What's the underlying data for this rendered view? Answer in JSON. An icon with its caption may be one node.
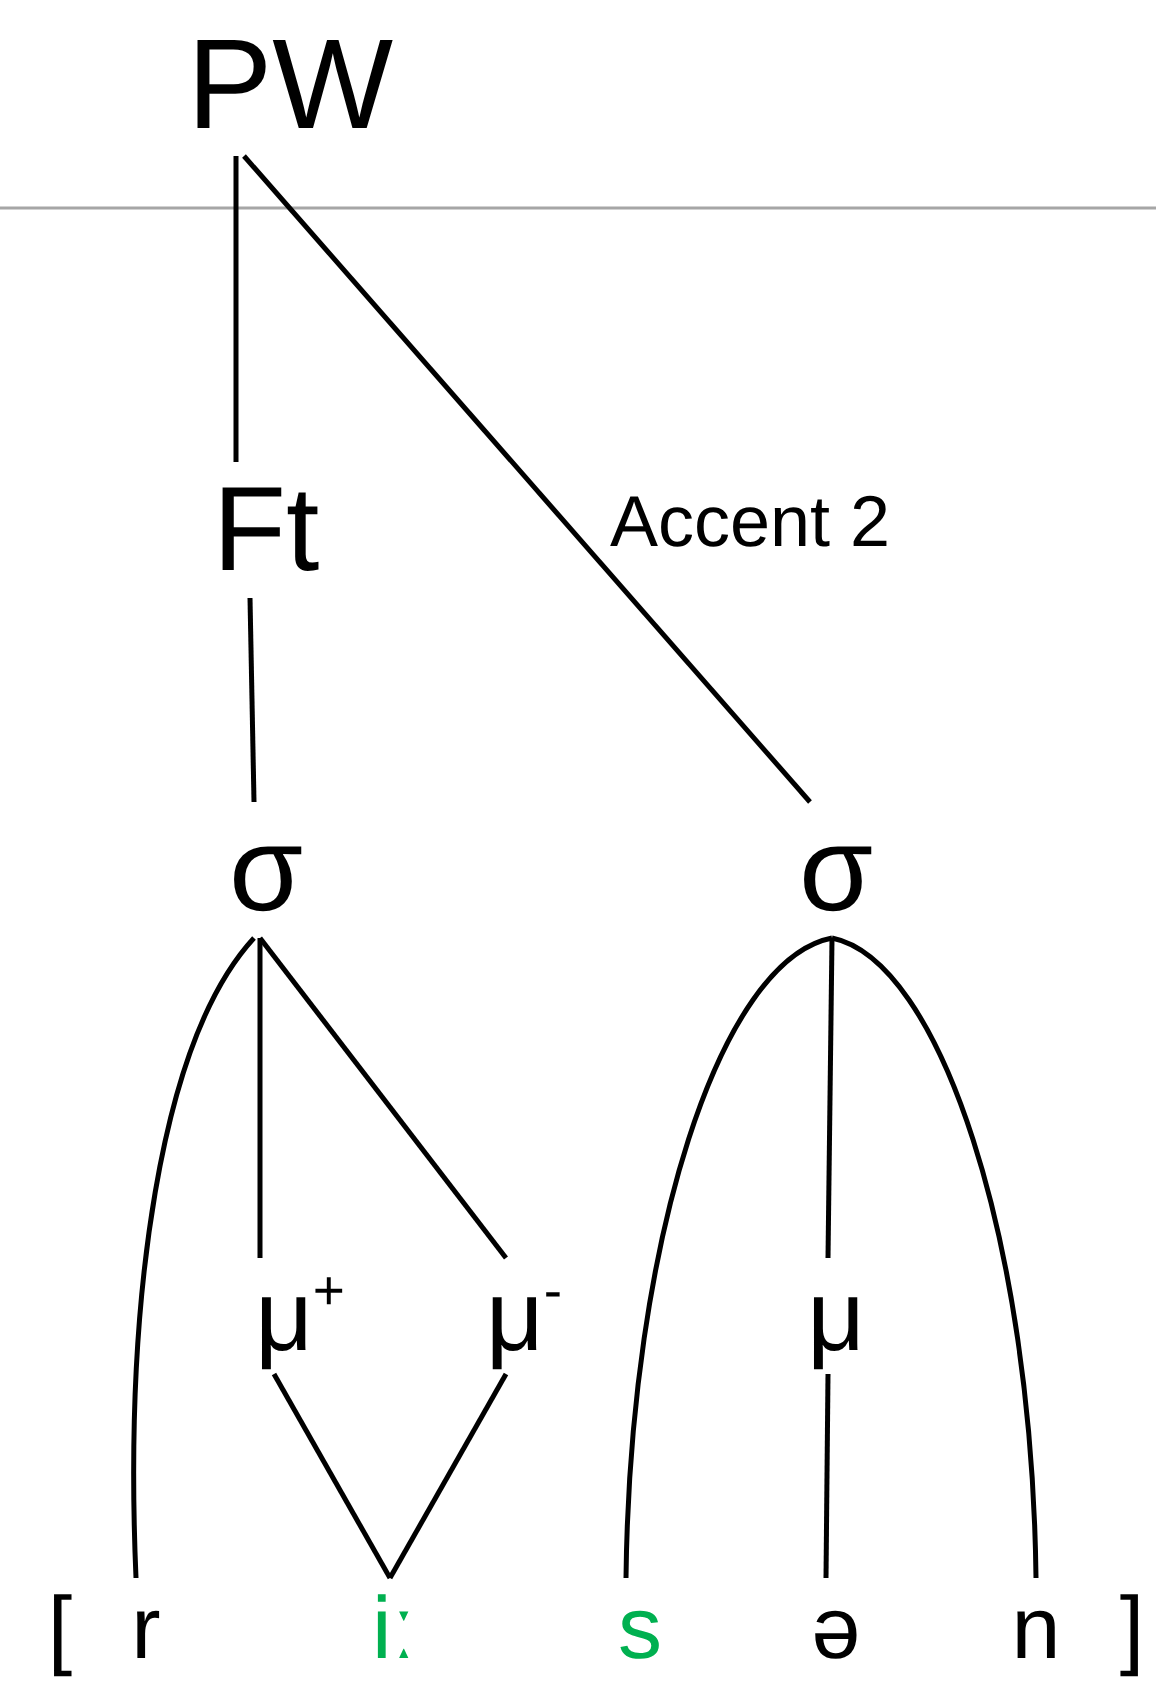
{
  "diagram": {
    "nodes": [
      {
        "text": [
          "PW"
        ]
      },
      {
        "text": [
          "Ft"
        ]
      },
      {
        "text": [
          "σ"
        ]
      },
      {
        "text": [
          "σ"
        ]
      },
      {
        "text": [
          "μ$^{+}$"
        ]
      },
      {
        "text": [
          "μ$^{-}$"
        ]
      },
      {
        "text": [
          "μ"
        ]
      },
      {
        "text": [
          "r"
        ]
      },
      {
        "text": [
          "iː"
        ]
      },
      {
        "text": [
          "s"
        ]
      },
      {
        "text": [
          "ə"
        ]
      },
      {
        "text": [
          "n"
        ]
      }
    ],
    "edges": [
      {
        "from": 0,
        "to": 1,
        "arrow": "none"
      },
      {
        "from": 0,
        "to": 3,
        "arrow": "none",
        "label": "Accent 2"
      },
      {
        "from": 1,
        "to": 2,
        "arrow": "none"
      },
      {
        "from": 2,
        "to": 7,
        "arrow": "none"
      },
      {
        "from": 2,
        "to": 4,
        "arrow": "none"
      },
      {
        "from": 2,
        "to": 5,
        "arrow": "none"
      },
      {
        "from": 4,
        "to": 8,
        "arrow": "none"
      },
      {
        "from": 5,
        "to": 8,
        "arrow": "none"
      },
      {
        "from": 3,
        "to": 9,
        "arrow": "none"
      },
      {
        "from": 3,
        "to": 6,
        "arrow": "none"
      },
      {
        "from": 3,
        "to": 11,
        "arrow": "none"
      },
      {
        "from": 6,
        "to": 10,
        "arrow": "none"
      }
    ],
    "labels": [
      "[",
      "]"
    ]
  }
}
